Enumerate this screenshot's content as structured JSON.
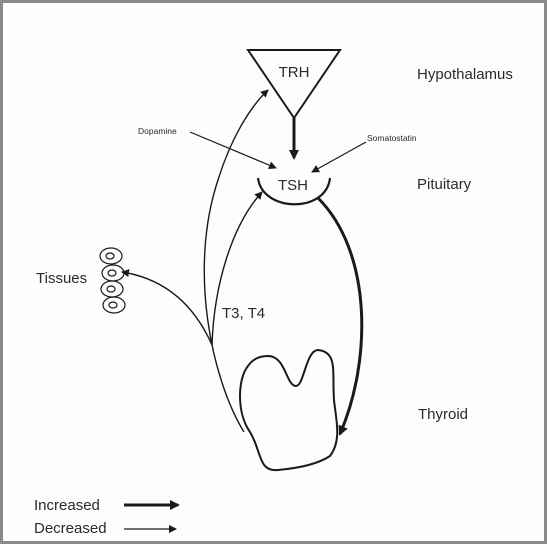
{
  "diagram": {
    "hormones": {
      "trh": "TRH",
      "tsh": "TSH",
      "t3t4": "T3, T4"
    },
    "regions": {
      "hypothalamus": "Hypothalamus",
      "pituitary": "Pituitary",
      "thyroid": "Thyroid",
      "tissues": "Tissues"
    },
    "modulators": {
      "dopamine": "Dopamine",
      "somatostatin": "Somatostatin"
    },
    "legend": {
      "increased": "Increased",
      "decreased": "Decreased"
    }
  }
}
